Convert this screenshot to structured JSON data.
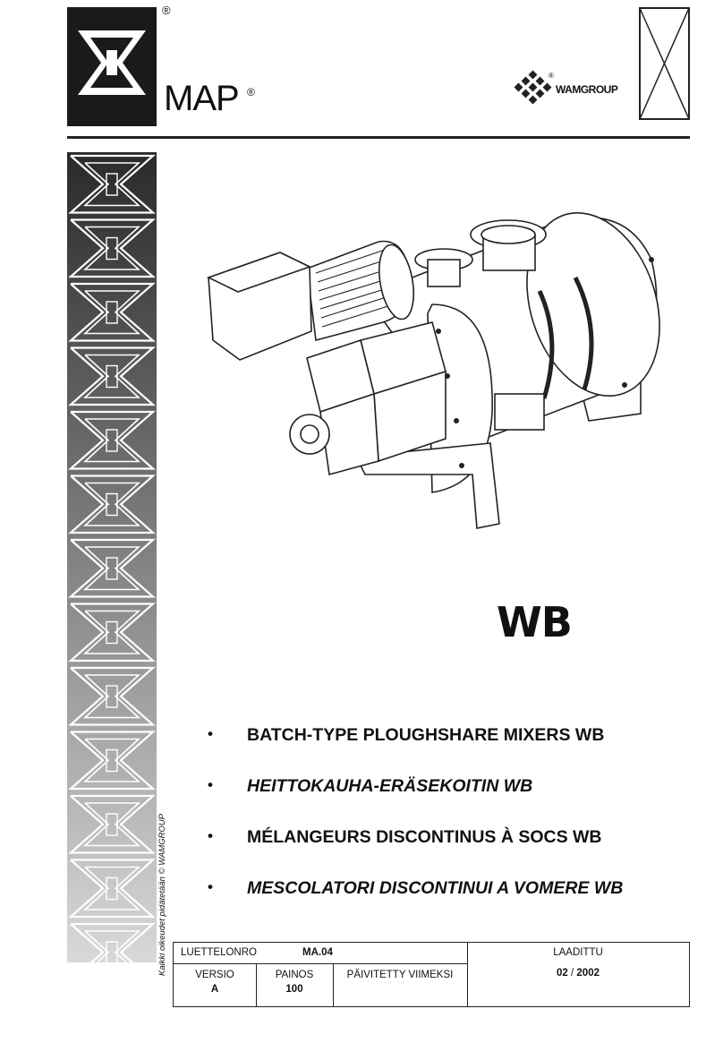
{
  "header": {
    "brand": "MAP",
    "reg_mark": "®",
    "wamgroup": "WAMGROUP"
  },
  "product": {
    "model": "WB",
    "titles": [
      {
        "text": "BATCH-TYPE PLOUGHSHARE MIXERS  WB",
        "italic": false
      },
      {
        "text": "HEITTOKAUHA-ERÄSEKOITIN WB",
        "italic": true
      },
      {
        "text": "MÉLANGEURS DISCONTINUS À SOCS  WB",
        "italic": false
      },
      {
        "text": "MESCOLATORI DISCONTINUI A VOMERE WB",
        "italic": true
      }
    ],
    "bullet": "•"
  },
  "copyright": "Kaikki oikeudet pidätetään © WAMGROUP",
  "info_table": {
    "catalogue_label": "LUETTELONRO",
    "catalogue_value": "MA.04",
    "version_label": "VERSIO",
    "version_value": "A",
    "edition_label": "PAINOS",
    "edition_value": "100",
    "updated_label": "PÄIVITETTY VIIMEKSI",
    "updated_value": "",
    "issued_label": "LAADITTU",
    "issued_month": "02",
    "issued_sep": "/",
    "issued_year": "2002"
  }
}
